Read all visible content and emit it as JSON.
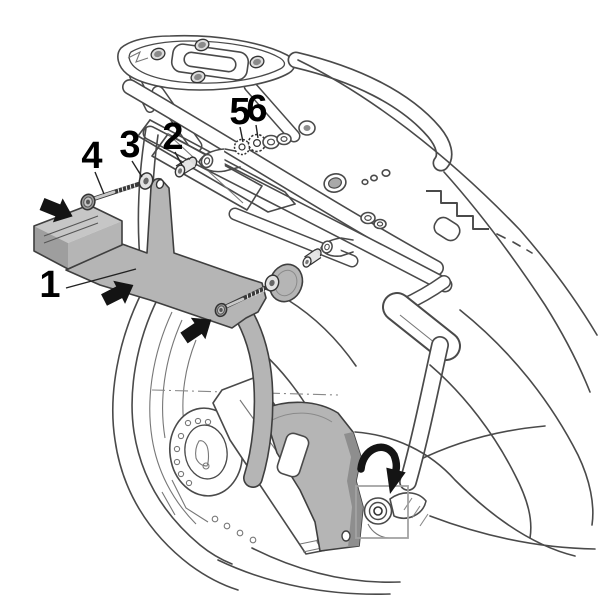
{
  "diagram": {
    "type": "exploded-assembly-instruction",
    "depicts": "Rear section of a motorcycle (subframe, luggage rack plate, rear wheel, silencer) with a gray side-case mounting bracket shown exploded with its fixing hardware",
    "background_color": "#ffffff",
    "line_color": "#4a4a4a",
    "bracket_color": "#b5b5b5",
    "bracket_shadow_color": "#8e8e8e",
    "arrow_color": "#141414",
    "highlight_box_color": "#a3a3a3"
  },
  "callouts": [
    {
      "text": "1",
      "depicts": "side-case mounting bracket (gray part)"
    },
    {
      "text": "2",
      "depicts": "spacer bushing"
    },
    {
      "text": "3",
      "depicts": "washer"
    },
    {
      "text": "4",
      "depicts": "socket-head bolt"
    },
    {
      "text": "5",
      "depicts": "serrated washer"
    },
    {
      "text": "6",
      "depicts": "flanged nut"
    }
  ]
}
